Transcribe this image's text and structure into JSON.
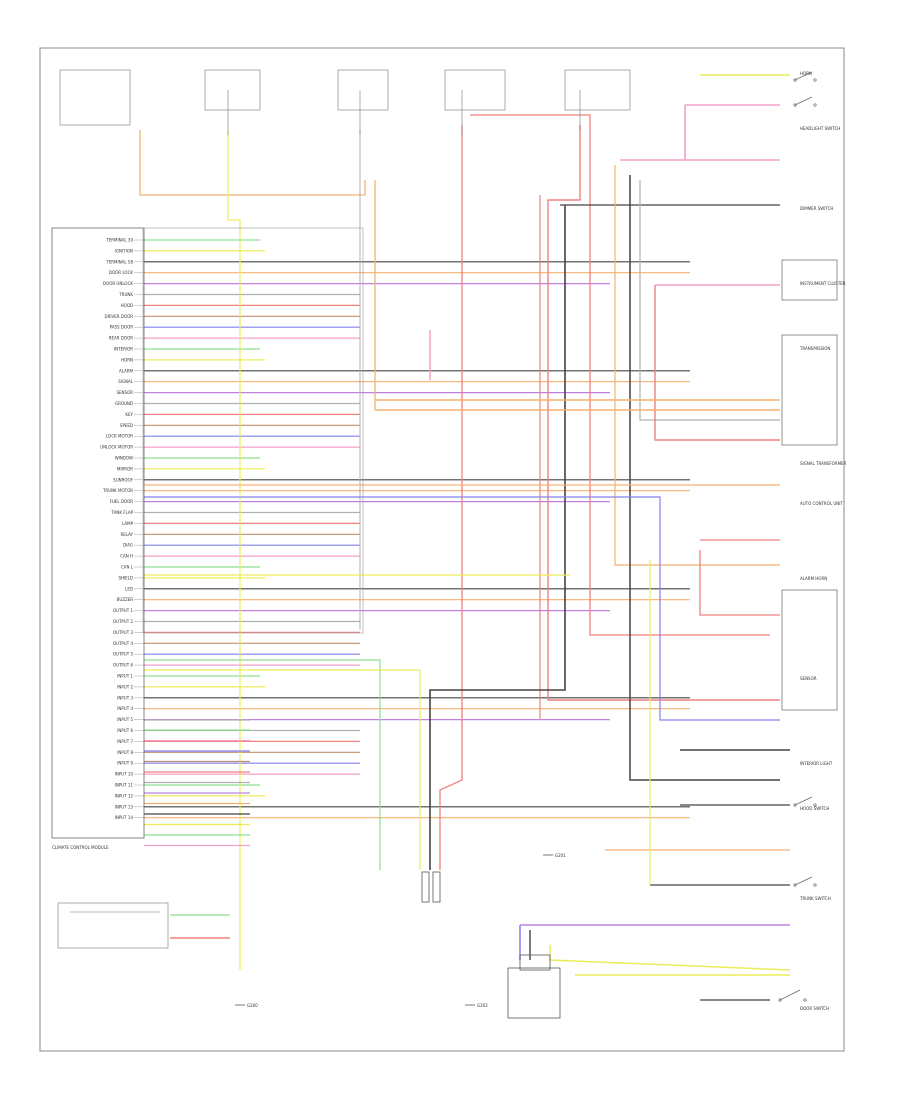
{
  "diagram": {
    "module_caption": "CLIMATE CONTROL MODULE",
    "footer_left": "",
    "bottom_labels": [
      "G200",
      "G202",
      "G201"
    ],
    "right_components": [
      {
        "key": "horn",
        "label": "HORN"
      },
      {
        "key": "headlight",
        "label": "HEADLIGHT SWITCH"
      },
      {
        "key": "dimmer",
        "label": "DIMMER SWITCH"
      },
      {
        "key": "instrument",
        "label": "INSTRUMENT CLUSTER"
      },
      {
        "key": "transmission",
        "label": "TRANSMISSION"
      },
      {
        "key": "signal",
        "label": "SIGNAL TRANSFORMER"
      },
      {
        "key": "auto",
        "label": "AUTO CONTROL UNIT"
      },
      {
        "key": "alarm",
        "label": "ALARM HORN"
      },
      {
        "key": "sensor",
        "label": "SENSOR"
      },
      {
        "key": "interior",
        "label": "INTERIOR LIGHT"
      },
      {
        "key": "hood",
        "label": "HOOD SWITCH"
      },
      {
        "key": "trunk",
        "label": "TRUNK SWITCH"
      },
      {
        "key": "door",
        "label": "DOOR SWITCH"
      }
    ],
    "module_pins": [
      "TERMINAL 30",
      "IGNITION",
      "TERMINAL 58",
      "DOOR LOCK",
      "DOOR UNLOCK",
      "TRUNK",
      "HOOD",
      "DRIVER DOOR",
      "PASS DOOR",
      "REAR DOOR",
      "INTERIOR",
      "HORN",
      "ALARM",
      "SIGNAL",
      "SENSOR",
      "GROUND",
      "KEY",
      "SPEED",
      "LOCK MOTOR",
      "UNLOCK MOTOR",
      "WINDOW",
      "MIRROR",
      "SUNROOF",
      "TRUNK MOTOR",
      "FUEL DOOR",
      "TANK FLAP",
      "LAMP",
      "RELAY",
      "DIAG",
      "CAN H",
      "CAN L",
      "SHIELD",
      "LED",
      "BUZZER",
      "OUTPUT 1",
      "OUTPUT 2",
      "OUTPUT 3",
      "OUTPUT 4",
      "OUTPUT 5",
      "OUTPUT 6",
      "INPUT 1",
      "INPUT 2",
      "INPUT 3",
      "INPUT 4",
      "INPUT 5",
      "INPUT 6",
      "INPUT 7",
      "INPUT 8",
      "INPUT 9",
      "INPUT 10",
      "INPUT 11",
      "INPUT 12",
      "INPUT 13",
      "INPUT 14"
    ],
    "colors": {
      "red": "#f08080",
      "pink": "#f4a0c8",
      "orange": "#f6b070",
      "yellow": "#ecec5a",
      "green": "#90e090",
      "blue": "#8080ee",
      "violet": "#c080e0",
      "black": "#444444",
      "gray": "#b0b0b0",
      "brown": "#c09070",
      "frame": "#888888"
    }
  }
}
